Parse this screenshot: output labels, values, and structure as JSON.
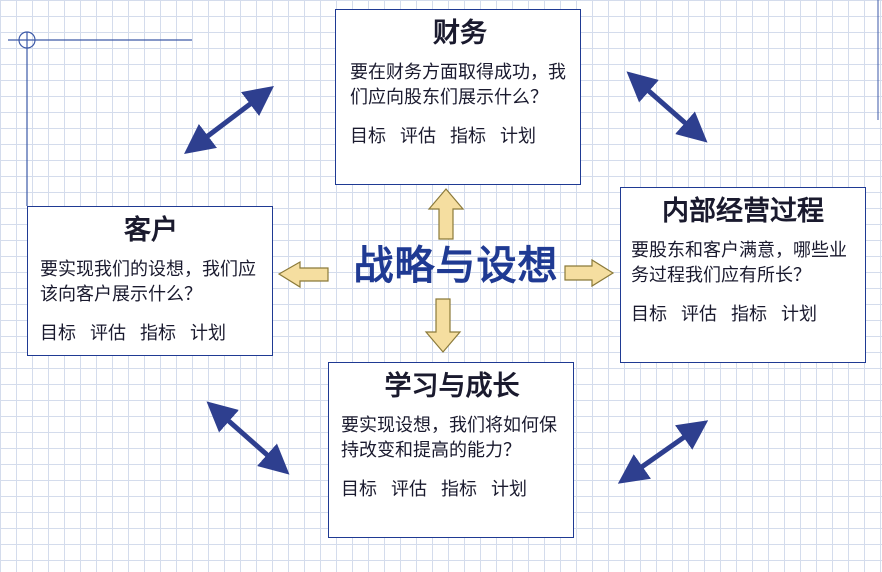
{
  "center": {
    "title": "战略与设想"
  },
  "finance": {
    "title": "财务",
    "question": "要在财务方面取得成功，我们应向股东们展示什么？",
    "metrics": [
      "目标",
      "评估",
      "指标",
      "计划"
    ]
  },
  "customer": {
    "title": "客户",
    "question": "要实现我们的设想，我们应该向客户展示什么？",
    "metrics": [
      "目标",
      "评估",
      "指标",
      "计划"
    ]
  },
  "internal": {
    "title": "内部经营过程",
    "question": "要股东和客户满意，哪些业务过程我们应有所长？",
    "metrics": [
      "目标",
      "评估",
      "指标",
      "计划"
    ]
  },
  "learning": {
    "title": "学习与成长",
    "question": "要实现设想，我们将如何保持改变和提高的能力？",
    "metrics": [
      "目标",
      "评估",
      "指标",
      "计划"
    ]
  },
  "colors": {
    "box_border": "#1f3a93",
    "block_arrow_fill": "#f5dea0",
    "block_arrow_stroke": "#8b7a3a",
    "diagonal_arrow": "#2e3f8f"
  }
}
